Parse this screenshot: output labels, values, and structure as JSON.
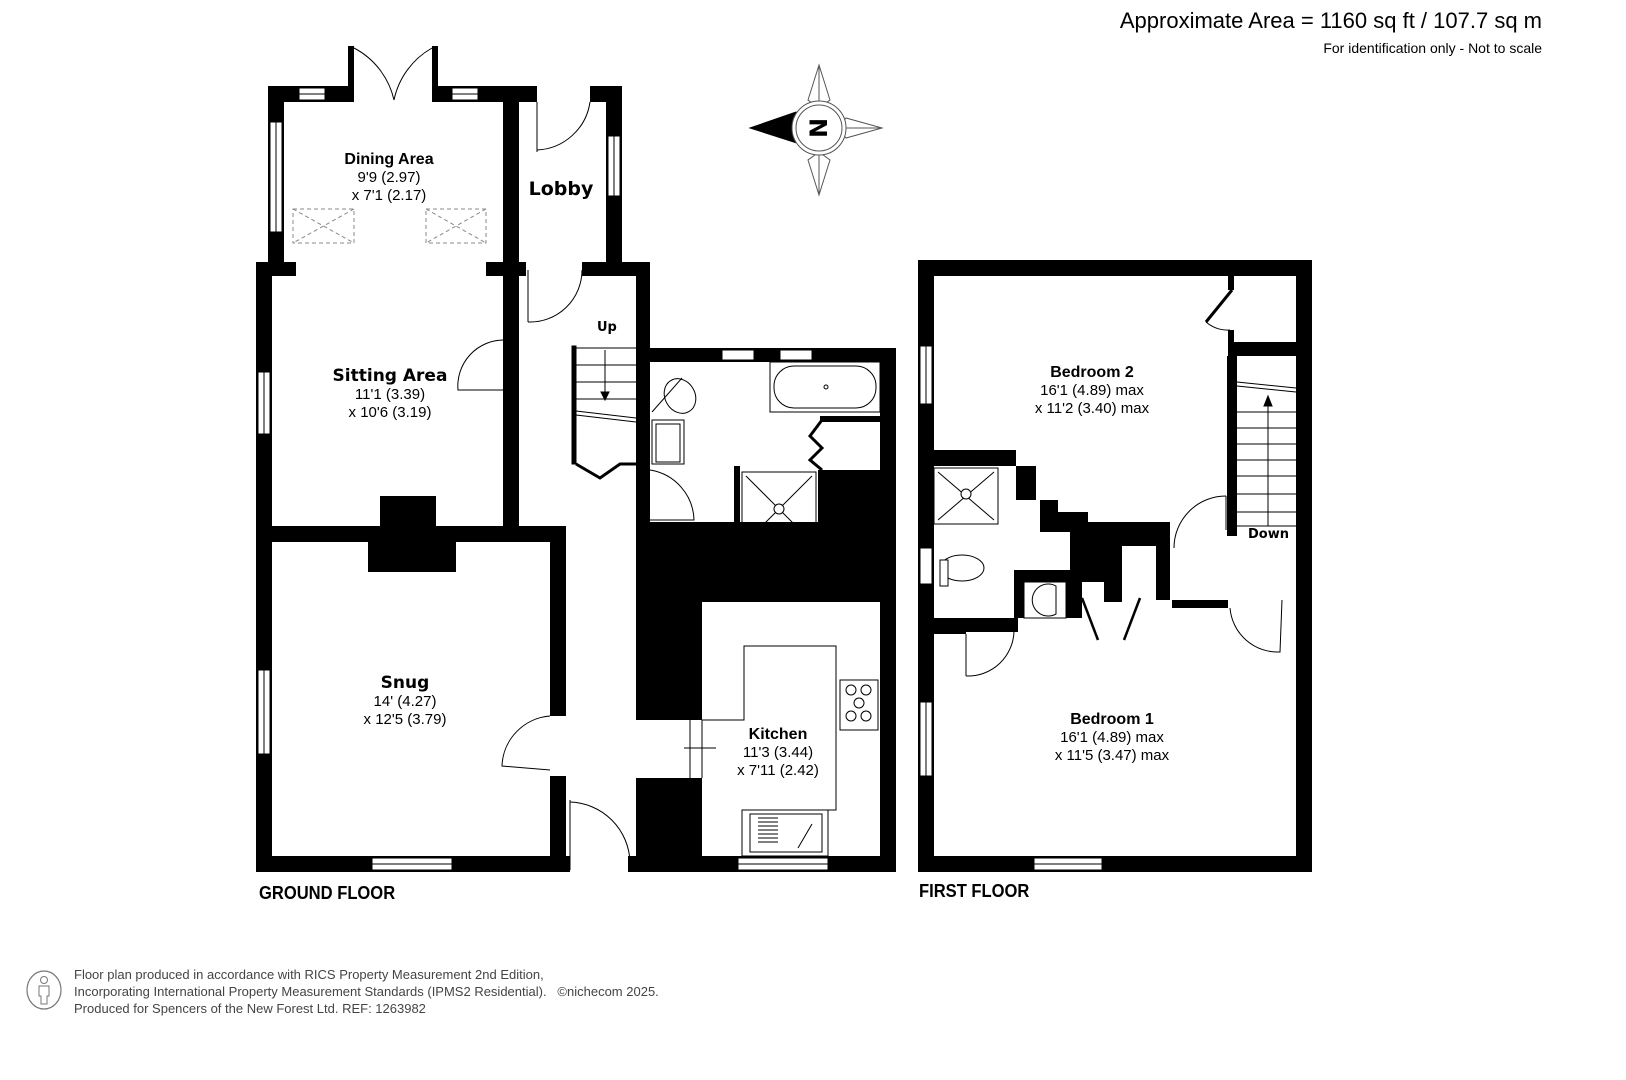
{
  "header": {
    "title": "Approximate Area = 1160 sq ft / 107.7 sq m",
    "subtitle": "For identification only - Not to scale"
  },
  "compass": {
    "label": "N",
    "icon": "compass-north-icon"
  },
  "floors": [
    {
      "label": "GROUND FLOOR",
      "stairs_label": "Up",
      "rooms": [
        {
          "name": "Dining Area",
          "dim1": "9'9 (2.97)",
          "dim2": "x 7'1 (2.17)"
        },
        {
          "name": "Lobby"
        },
        {
          "name": "Sitting Area",
          "dim1": "11'1 (3.39)",
          "dim2": "x 10'6 (3.19)"
        },
        {
          "name": "Snug",
          "dim1": "14' (4.27)",
          "dim2": "x 12'5 (3.79)"
        },
        {
          "name": "Kitchen",
          "dim1": "11'3 (3.44)",
          "dim2": "x 7'11 (2.42)"
        }
      ]
    },
    {
      "label": "FIRST FLOOR",
      "stairs_label": "Down",
      "rooms": [
        {
          "name": "Bedroom 2",
          "dim1": "16'1 (4.89) max",
          "dim2": "x 11'2 (3.40) max"
        },
        {
          "name": "Bedroom 1",
          "dim1": "16'1 (4.89) max",
          "dim2": "x 11'5 (3.47) max"
        }
      ]
    }
  ],
  "footer": {
    "line1": "Floor plan produced in accordance with RICS Property Measurement 2nd Edition,",
    "line2": "Incorporating International Property Measurement Standards (IPMS2 Residential).",
    "copyright": "©nichecom 2025.",
    "line3": "Produced for Spencers of the New Forest Ltd.   REF:  1263982"
  }
}
